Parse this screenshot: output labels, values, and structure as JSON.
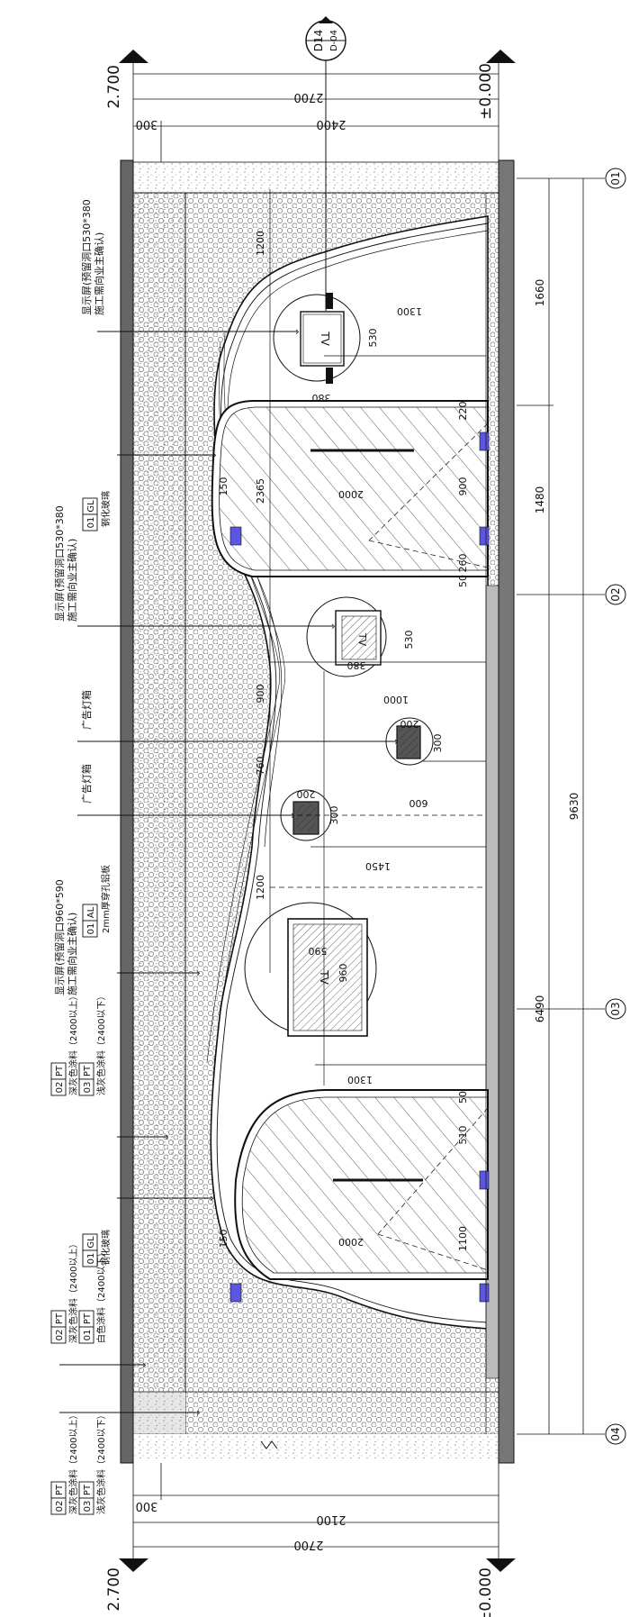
{
  "levels": {
    "top": "2.700",
    "bottom": "±0.000"
  },
  "section_tag": {
    "id": "D14",
    "sheet": "D-04"
  },
  "dims_top": {
    "full": "2700",
    "upper": "2400",
    "band": "300"
  },
  "dims_bottom": {
    "full": "2700",
    "upper": "2100",
    "band": "300"
  },
  "axes": [
    "01",
    "02",
    "03",
    "04"
  ],
  "dims_right": {
    "seg1": "1660",
    "seg2": "1480",
    "seg3": "6490",
    "total": "9630"
  },
  "dims_inner": {
    "d1300a": "1300",
    "d530a": "530",
    "d380a": "380",
    "d1200a": "1200",
    "d2365": "2365",
    "d220": "220",
    "d150a": "150",
    "d2000a": "2000",
    "d900": "900",
    "d50a": "50",
    "d260": "260",
    "d530b": "530",
    "d380b": "380",
    "d1000": "1000",
    "d200a": "200",
    "d300a": "300",
    "d600": "600",
    "d900b": "900",
    "d760": "760",
    "d200b": "200",
    "d300b": "300",
    "d1450": "1450",
    "d1200b": "1200",
    "d590": "590",
    "d960": "960",
    "d1300b": "1300",
    "d50b": "50",
    "d510": "510",
    "d150b": "150",
    "d2000b": "2000",
    "d1100": "1100"
  },
  "screen_labels": {
    "tv_a": "TV",
    "tv_b": "TV",
    "tv_c": "TV"
  },
  "callouts": {
    "screen1": [
      "显示屏(预留洞口530*380",
      "施工需向业主确认)"
    ],
    "glass1": {
      "code": "GL",
      "num": "01",
      "desc": "钢化玻璃"
    },
    "screen2": [
      "显示屏(预留洞口530*380",
      "施工需向业主确认)"
    ],
    "lightbox1": "广告灯箱",
    "lightbox2": "广告灯箱",
    "screen3": [
      "显示屏(预留洞口960*590",
      "施工需向业主确认)"
    ],
    "al": {
      "code": "AL",
      "num": "01",
      "desc": "2mm厚穿孔铝板"
    },
    "pt_a": {
      "c1": "PT",
      "n1": "02",
      "d1": "深灰色涂料（2400以上）",
      "c2": "PT",
      "n2": "03",
      "d2": "浅灰色涂料（2400以下）"
    },
    "glass2": {
      "code": "GL",
      "num": "01",
      "desc": "钢化玻璃"
    },
    "pt_b": {
      "c1": "PT",
      "n1": "02",
      "d1": "深灰色涂料（2400以上）",
      "c2": "PT",
      "n2": "01",
      "d2": "白色涂料（2400以下）"
    },
    "pt_c": {
      "c1": "PT",
      "n1": "02",
      "d1": "深灰色涂料（2400以上）",
      "c2": "PT",
      "n2": "03",
      "d2": "浅灰色涂料（2400以下）"
    }
  },
  "colors": {
    "ink": "#111111",
    "frame": "#777777",
    "bench": "#5b55e0",
    "hatch": "#333333"
  }
}
